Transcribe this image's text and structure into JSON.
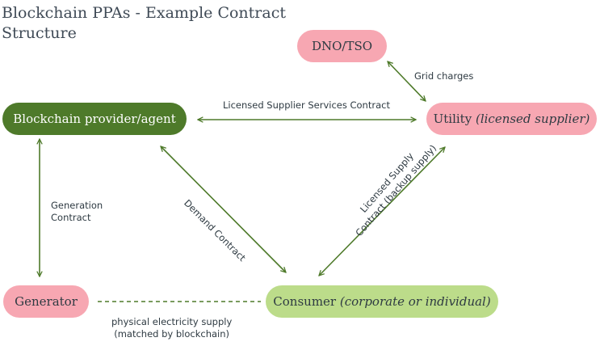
{
  "title_line1": "Blockchain PPAs - Example Contract",
  "title_line2": "Structure",
  "nodes": {
    "dno_tso": {
      "label": "DNO/TSO"
    },
    "provider": {
      "label": "Blockchain provider/agent"
    },
    "utility": {
      "label": "Utility ",
      "qualifier": "(licensed supplier)"
    },
    "generator": {
      "label": "Generator"
    },
    "consumer": {
      "label": "Consumer ",
      "qualifier": "(corporate or individual)"
    }
  },
  "edges": {
    "grid_charges": "Grid charges",
    "supplier_services": "Licensed Supplier Services Contract",
    "generation_line1": "Generation",
    "generation_line2": "Contract",
    "demand": "Demand Contract",
    "licensed_supply_line1": "Licensed Supply",
    "licensed_supply_line2": "Contract (backup supply)",
    "physical_line1": "physical electricity supply",
    "physical_line2": "(matched by blockchain)"
  },
  "colors": {
    "arrow": "#4e7a2a",
    "pink_node": "#f7a7b2",
    "light_green_node": "#bcdc8a",
    "dark_green_node": "#4e7a2a",
    "text": "#2e3a42"
  }
}
